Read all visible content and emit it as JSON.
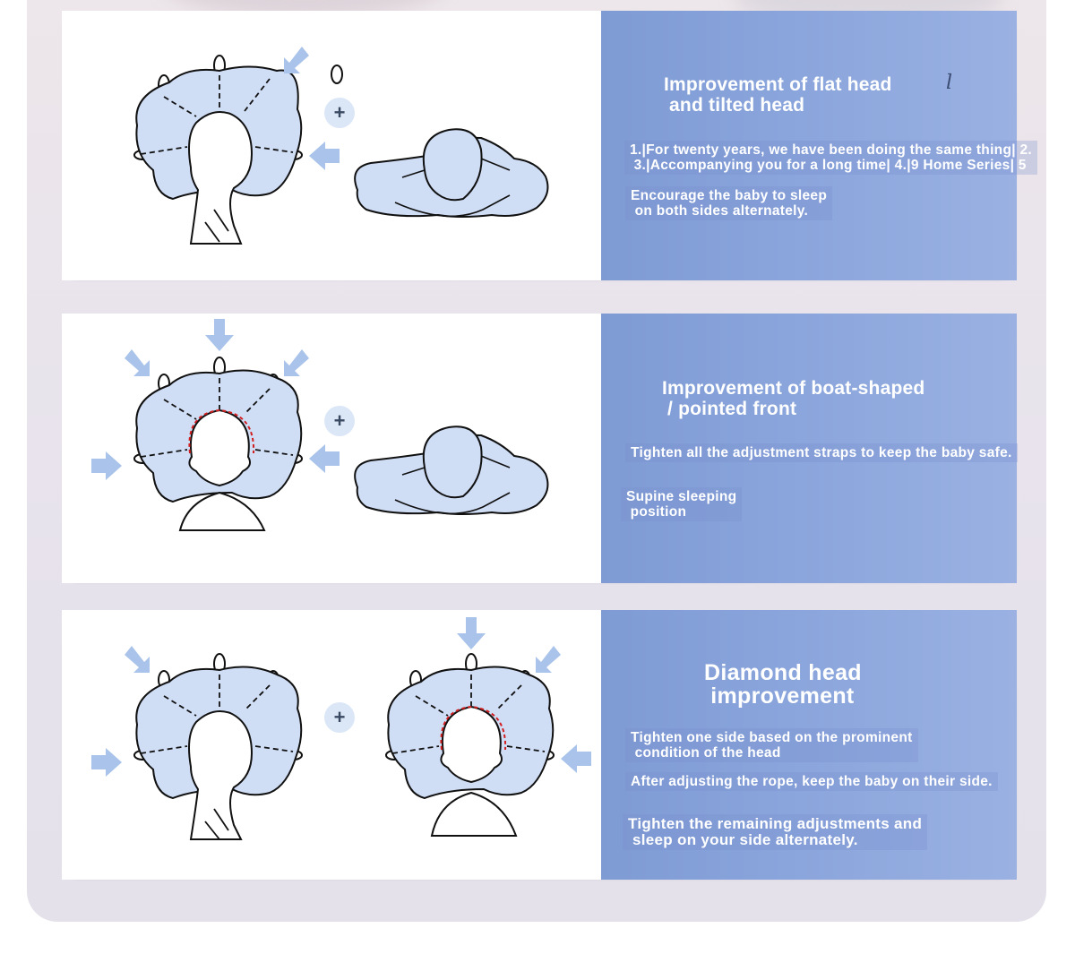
{
  "colors": {
    "panel_blue": "#8aa5dc",
    "pillow_fill": "#cfddf5",
    "arrow_blue": "#a9c3ea",
    "outline": "#111111",
    "highlight_dashed": "#d21e1e"
  },
  "cards": [
    {
      "title": "Improvement of flat head\n and tilted head",
      "title_mark": "l",
      "lines": [
        "1.|For twenty years, we have been doing the same thing| 2.\n 3.|Accompanying you for a long time| 4.|9 Home Series| 5",
        "Encourage the baby to sleep\n on both sides alternately."
      ],
      "plus": "+"
    },
    {
      "title": "Improvement of boat-shaped\n / pointed front",
      "lines": [
        "Tighten all the adjustment straps to keep the baby safe.",
        "Supine sleeping\n position"
      ],
      "plus": "+"
    },
    {
      "title": "Diamond head\n improvement",
      "lines": [
        "Tighten one side based on the prominent\n condition of the head",
        "After adjusting the rope, keep the baby on their side.",
        "Tighten the remaining adjustments and\n sleep on your side alternately."
      ],
      "plus": "+"
    }
  ]
}
